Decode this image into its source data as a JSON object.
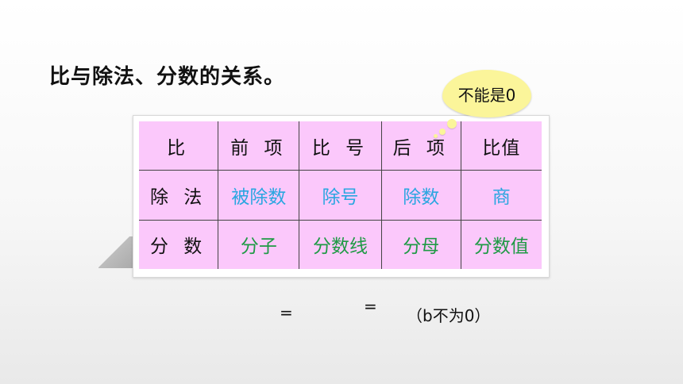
{
  "title": "比与除法、分数的关系。",
  "bubble_text": "不能是0",
  "table": {
    "rows": [
      [
        "比",
        "前 项",
        "比 号",
        "后 项",
        "比值"
      ],
      [
        "除 法",
        "被除数",
        "除号",
        "除数",
        "商"
      ],
      [
        "分 数",
        "分子",
        "分数线",
        "分母",
        "分数值"
      ]
    ]
  },
  "equation": {
    "eq1": "=",
    "eq2": "=",
    "condition": "（b不为0）"
  },
  "colors": {
    "table_bg": "#fbc8fb",
    "division_text": "#2aa6e0",
    "fraction_text": "#1f9a45",
    "bubble_bg": "#fbf59a"
  }
}
